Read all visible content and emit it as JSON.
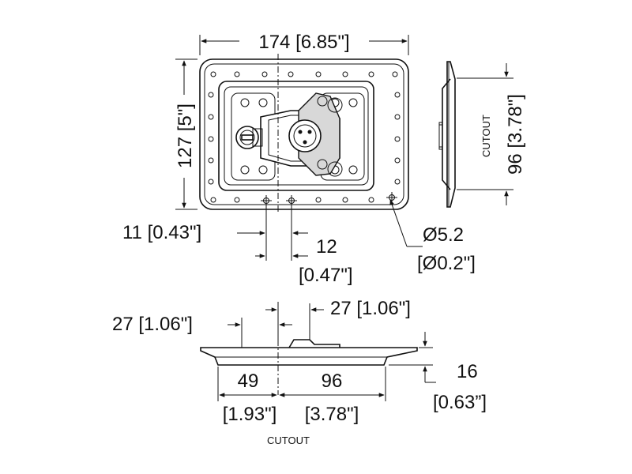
{
  "dimensions": {
    "top_width": "174 [6.85\"]",
    "left_height": "127 [5\"]",
    "cutout_height_value": "96 [3.78\"]",
    "cutout_label_side": "CUTOUT",
    "hole_spacing_a": "11 [0.43\"]",
    "hole_spacing_b_value": "12",
    "hole_spacing_b_inch": "[0.47\"]",
    "hole_dia_value": "Ø5.2",
    "hole_dia_inch": "[Ø0.2\"]",
    "bottom_left_offset": "27 [1.06\"]",
    "bottom_right_offset": "27 [1.06\"]",
    "depth_value": "16",
    "depth_inch": "[0.63”]",
    "cutout_left_value": "49",
    "cutout_left_inch": "[1.93\"]",
    "cutout_right_value": "96",
    "cutout_right_inch": "[3.78\"]",
    "cutout_label_bottom": "CUTOUT"
  }
}
